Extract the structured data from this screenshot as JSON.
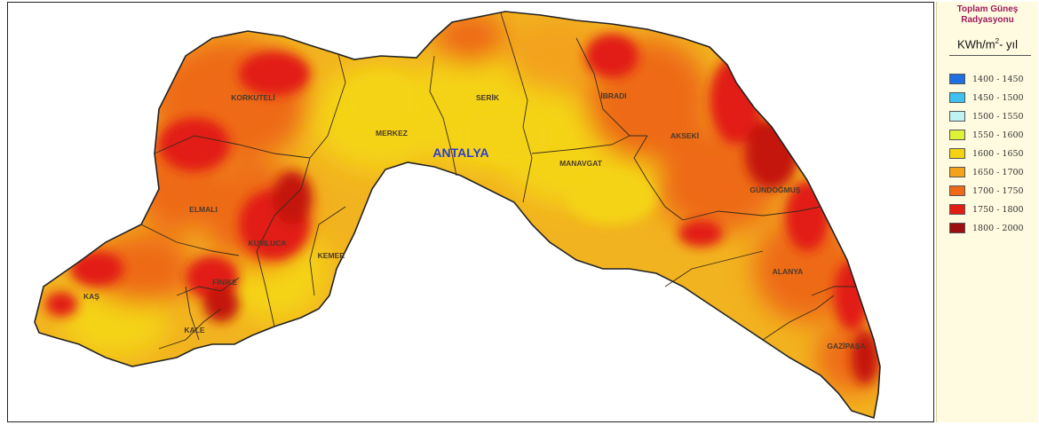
{
  "legend": {
    "title_line1": "Toplam Güneş",
    "title_line2": "Radyasyonu",
    "unit_main": "KWh/m",
    "unit_sup": "2",
    "unit_tail": "- yıl",
    "classes": [
      {
        "label": "1400 - 1450",
        "color": "#1f6fe0"
      },
      {
        "label": "1450 - 1500",
        "color": "#3fc0ee"
      },
      {
        "label": "1500 - 1550",
        "color": "#bff3f3"
      },
      {
        "label": "1550 - 1600",
        "color": "#dff23a"
      },
      {
        "label": "1600 - 1650",
        "color": "#f4d314"
      },
      {
        "label": "1650 - 1700",
        "color": "#f3a21a"
      },
      {
        "label": "1700 - 1750",
        "color": "#ee6a18"
      },
      {
        "label": "1750 - 1800",
        "color": "#e21d14"
      },
      {
        "label": "1800 - 2000",
        "color": "#9a0f0f"
      }
    ]
  },
  "map": {
    "city": "ANTALYA",
    "districts": [
      "KORKUTELİ",
      "MERKEZ",
      "SERİK",
      "İBRADI",
      "AKSEKİ",
      "MANAVGAT",
      "GÜNDOĞMUŞ",
      "ELMALI",
      "KUMLUCA",
      "KEMER",
      "FİNİKE",
      "KAŞ",
      "KALE",
      "ALANYA",
      "GAZİPAŞA"
    ]
  }
}
